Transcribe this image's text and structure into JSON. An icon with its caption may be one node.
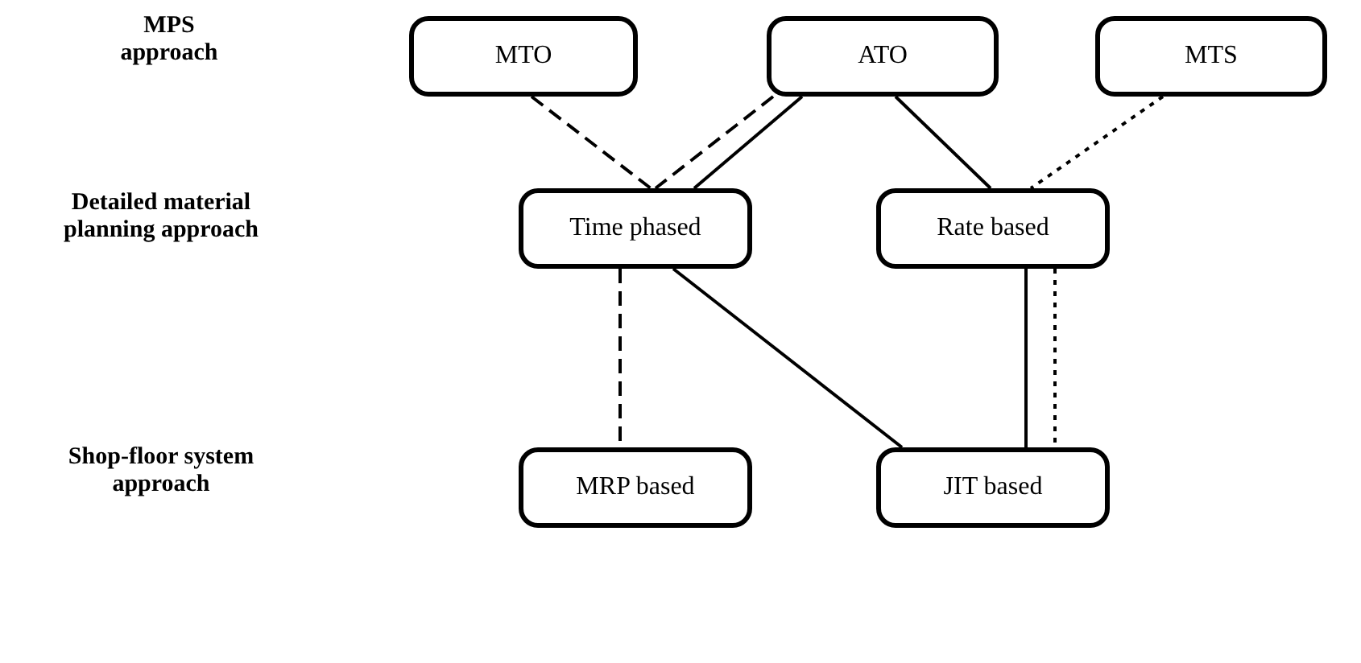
{
  "diagram": {
    "nodes": [
      {
        "text": [
          "MTO"
        ]
      },
      {
        "text": [
          "ATO"
        ]
      },
      {
        "text": [
          "MTS"
        ]
      },
      {
        "text": [
          "Time phased"
        ]
      },
      {
        "text": [
          "Rate based"
        ]
      },
      {
        "text": [
          "MRP based"
        ]
      },
      {
        "text": [
          "JIT based"
        ]
      }
    ],
    "edges": [
      {
        "from": 0,
        "to": 3,
        "arrow": "none",
        "style": "dashed"
      },
      {
        "from": 1,
        "to": 3,
        "arrow": "none",
        "style": "dashed"
      },
      {
        "from": 1,
        "to": 3,
        "arrow": "none"
      },
      {
        "from": 1,
        "to": 4,
        "arrow": "none"
      },
      {
        "from": 2,
        "to": 4,
        "arrow": "none",
        "style": "dashed"
      },
      {
        "from": 3,
        "to": 5,
        "arrow": "none",
        "style": "dashed"
      },
      {
        "from": 3,
        "to": 6,
        "arrow": "none"
      },
      {
        "from": 4,
        "to": 6,
        "arrow": "none"
      },
      {
        "from": 4,
        "to": 6,
        "arrow": "none",
        "style": "dashed"
      }
    ],
    "labels": [
      "MPS approach",
      "Detailed material planning approach",
      "Shop-floor system approach"
    ]
  }
}
